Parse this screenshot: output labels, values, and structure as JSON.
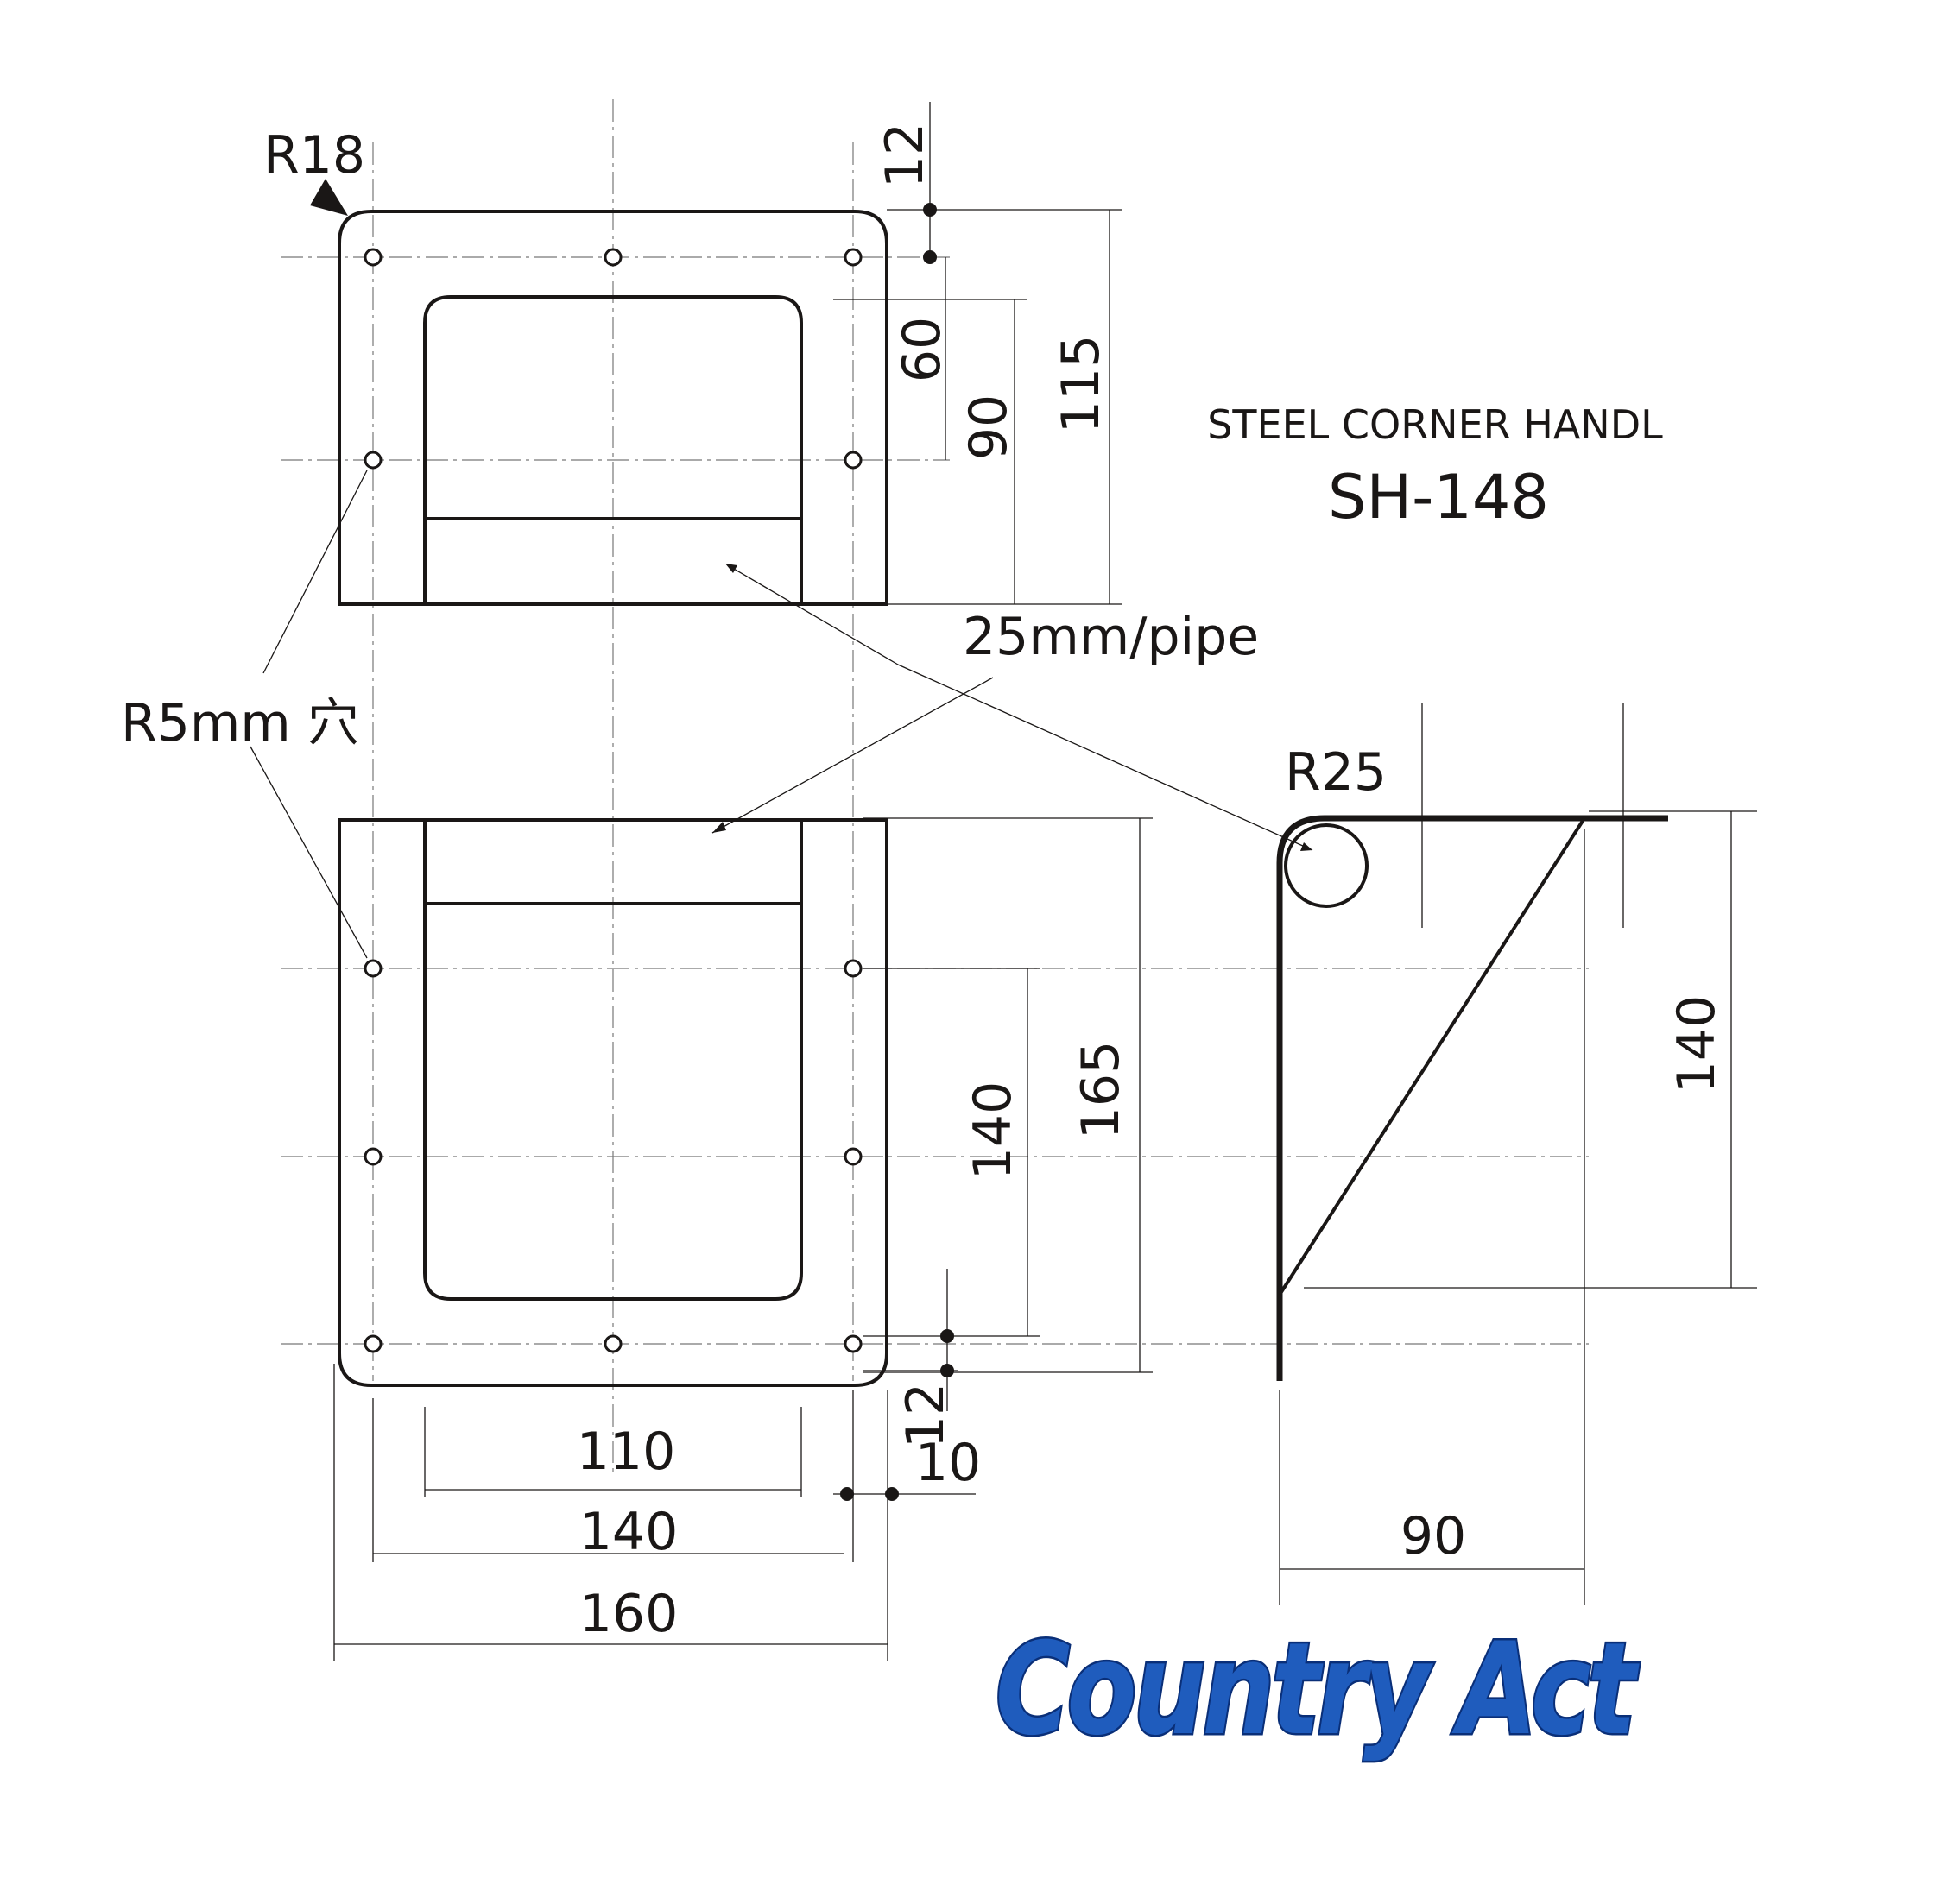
{
  "title": {
    "line1": "STEEL CORNER HANDL",
    "line2": "SH-148"
  },
  "callouts": {
    "corner_radius": "R18",
    "hole_radius": "R5mm 穴",
    "pipe": "25mm/pipe",
    "bend_radius": "R25"
  },
  "dimensions": {
    "top_view": {
      "edge_to_hole": "12",
      "hole_to_recess": "60",
      "hole_to_bottom": "90",
      "overall_height": "115"
    },
    "front_view": {
      "hole_spacing": "140",
      "overall_height": "165",
      "bottom_margin": "12",
      "side_margin": "10",
      "recess_width": "110",
      "hole_span": "140",
      "overall_width": "160"
    },
    "side_view": {
      "height": "140",
      "depth": "90"
    }
  },
  "logo": {
    "text": "Country Act",
    "fill_color": "#1f5cbd",
    "outline_color": "#0a2f78"
  }
}
